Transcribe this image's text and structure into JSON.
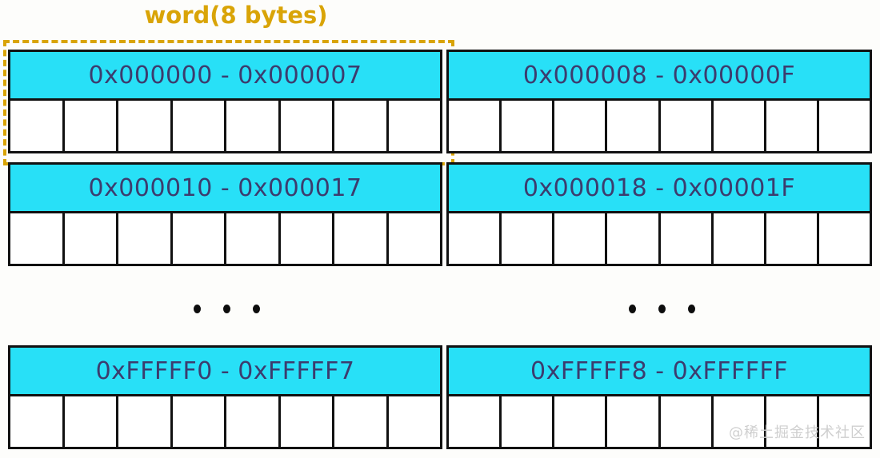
{
  "diagram": {
    "title": "word(8 bytes)",
    "title_color": "#d9a407",
    "highlight_color": "#d9a407",
    "cell_fill": "#28e0f7",
    "cell_border": "#111111",
    "label_text_color": "#3c3c6e",
    "background": "#fdfdfb",
    "bytes_per_word": 8,
    "blocks": [
      {
        "left": {
          "label": "0x000000 - 0x000007",
          "byte_count": 8
        },
        "right": {
          "label": "0x000008 - 0x00000F",
          "byte_count": 8
        }
      },
      {
        "left": {
          "label": "0x000010 - 0x000017",
          "byte_count": 8
        },
        "right": {
          "label": "0x000018 - 0x00001F",
          "byte_count": 8
        }
      },
      {
        "left": {
          "label": "0xFFFFF0 - 0xFFFFF7",
          "byte_count": 8
        },
        "right": {
          "label": "0xFFFFF8 - 0xFFFFFF",
          "byte_count": 8
        }
      }
    ],
    "ellipsis": {
      "dot_count": 3,
      "groups": 2
    },
    "watermark": "@稀土掘金技术社区"
  }
}
